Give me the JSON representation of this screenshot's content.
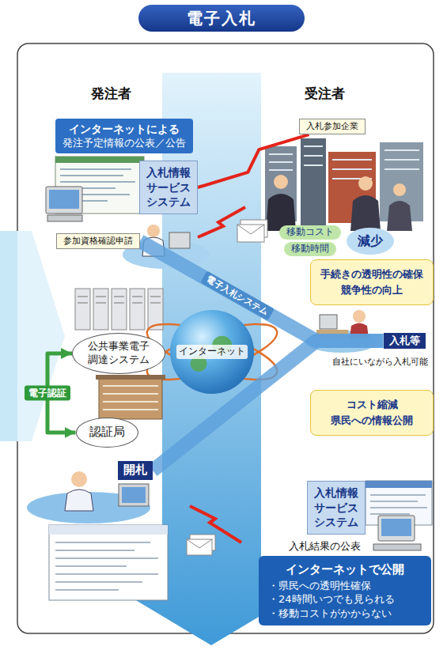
{
  "diagram": {
    "title": "電子入札",
    "nodes": [
      {
        "text": [
          "インターネットによる",
          "発注予定情報の公表／公告"
        ]
      },
      {
        "text": [
          "入札情報サービスシステム"
        ]
      },
      {
        "text": [
          "入札参加企業"
        ]
      },
      {
        "text": [
          "参加資格確認申請"
        ]
      },
      {
        "text": [
          "移動コスト"
        ]
      },
      {
        "text": [
          "移動時間"
        ]
      },
      {
        "text": [
          "減少"
        ]
      },
      {
        "text": [
          "手続きの透明性の確保",
          "競争性の向上"
        ]
      },
      {
        "text": [
          "公共事業電子調達システム"
        ]
      },
      {
        "text": [
          "インターネット"
        ]
      },
      {
        "text": [
          "入札等"
        ]
      },
      {
        "text": [
          "コスト縮減",
          "県民への情報公開"
        ]
      },
      {
        "text": [
          "認証局"
        ]
      },
      {
        "text": [
          "開札"
        ]
      },
      {
        "text": [
          "入札情報サービスシステム"
        ]
      },
      {
        "text": [
          "インターネットで公開",
          "・県民への透明性確保",
          "・24時間いつでも見られる",
          "・移動コストがかからない"
        ]
      }
    ],
    "edges": [
      {
        "from": 1,
        "to": 2,
        "arrow": "none"
      },
      {
        "from": 3,
        "to": 10,
        "label": "電子入札システム",
        "arrow": "none"
      },
      {
        "from": 10,
        "to": 13,
        "arrow": "none"
      },
      {
        "from": 8,
        "to": 12,
        "label": "電子認証",
        "arrow": "both"
      }
    ],
    "labels": [
      "発注者",
      "受注者",
      "自社にいながら入札可能",
      "入札結果の公表"
    ]
  }
}
